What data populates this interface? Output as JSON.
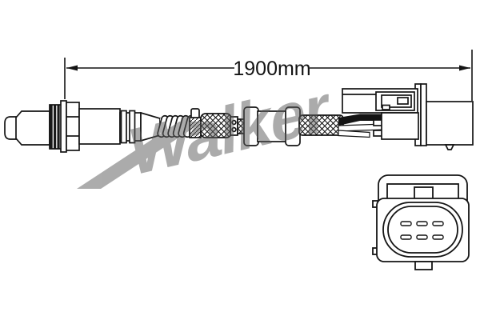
{
  "figure": {
    "dimension_label": "1900mm",
    "watermark_text": "Walker",
    "background_color": "#ffffff",
    "line_color": "#141414",
    "watermark_color": "#9c9c9c",
    "detail_connector": {
      "pin_rows": 2,
      "pin_columns": 3,
      "pin_count": 6
    }
  }
}
